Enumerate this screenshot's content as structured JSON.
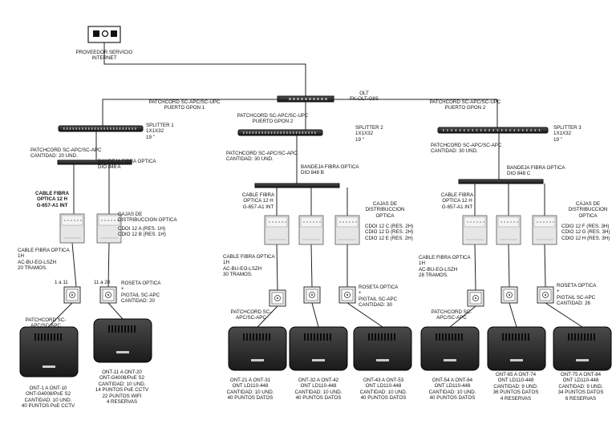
{
  "provider": {
    "label": "PROVEEDOR SERVICIO\nINTERNET"
  },
  "olt": {
    "label": "OLT\nFK-OLT-G8S"
  },
  "patchcords_top": [
    "PATCHCORD SC-APC/SC-UPC\nPUERTO GPON 1",
    "PATCHCORD SC-APC/SC-UPC\nPUERTO GPON 2",
    "PATCHCORD SC-APC/SC-UPC\nPUERTO GPON 2"
  ],
  "branches": [
    {
      "splitter": "SPLITTER 1\n1X1X32\n19 \"",
      "patchcord": "PATCHCORD SC-APC/SC-APC\nCANTIDAD: 20 UND.",
      "tray": "BANDEJA FIBRA OPTICA\nDIO 848 A",
      "cable": "CABLE FIBRA\nOPTICA 12 H\nG-657-A1 INT",
      "boxes_label": "CAJAS DE\nDISTRIBUCCION OPTICA",
      "boxes": "CDOI 12 A (RES. 1H)\nCDIO 12 B (RES. 1H)",
      "cable1h": "CABLE FIBRA OPTICA\n1H\nAC-BU-EO-LSZH\n20 TRAMOS.",
      "range_a": "1 a 11",
      "range_b": "11 a 20",
      "rosette": "ROSETA OPTICA\n+\nPIGTAIL SC-APC\nCANTIDAD: 20",
      "ont_patch": "PATCHCORD SC-\nAPC/SC-APC",
      "onts": [
        "ONT-1 A ONT-10\nONT-G4008/PoE S2\nCANTIDAD: 10 UND.\n40 PUNTOS PoE CCTV",
        "ONT-11 A ONT-20\nONT-G4008/PoE S2\nCANTIDAD: 10 UND.\n14 PUNTOS PoE CCTV\n22 PUNTOS WIFI\n4 RESERVAS"
      ]
    },
    {
      "splitter": "SPLITTER 2\n1X1X32\n19 \"",
      "patchcord": "PATCHCORD SC-APC/SC-APC\nCANTIDAD: 30 UND.",
      "tray": "BANDEJA FIBRA OPTICA\nDIO 848 B",
      "cable": "CABLE FIBRA\nOPTICA 12 H\nG-657-A1 INT",
      "boxes_label": "CAJAS DE\nDISTRIBUCCION\nOPTICA",
      "boxes": "CDOI 12 C (RES. 2H)\nCDIO 12 D (RES. 2H)\nCDIO 12 E (RES. 2H)",
      "cable1h": "CABLE FIBRA OPTICA\n1H\nAC-BU-EO-LSZH\n30 TRAMOS.",
      "rosette": "ROSETA OPTICA\n+\nPIGTAIL SC-APC\nCANTIDAD: 30",
      "ont_patch": "PATCHCORD SC-\nAPC/SC-APC",
      "onts": [
        "ONT-21 A ONT-31\nONT LD110-448\nCANTIDAD: 10 UND.\n40 PUNTOS DATOS",
        "ONT-32 A ONT-42\nONT LD110-448\nCANTIDAD: 10 UND.\n40 PUNTOS DATOS",
        "ONT-43 A ONT-53\nONT LD110-448\nCANTIDAD: 10 UND.\n40 PUNTOS DATOS"
      ]
    },
    {
      "splitter": "SPLITTER 3\n1X1X32\n19 \"",
      "patchcord": "PATCHCORD SC-APC/SC-APC\nCANTIDAD: 30 UND.",
      "tray": "BANDEJA FIBRA OPTICA\nDIO 848 C",
      "cable": "CABLE FIBRA\nOPTICA 12 H\nG-657-A1 INT",
      "boxes_label": "CAJAS DE\nDISTRIBUCCION\nOPTICA",
      "boxes": "CDIO 12 F (RES. 3H)\nCDIO 12 G (RES. 3H)\nCDIO 12 H (RES. 3H)",
      "cable1h": "CABLE FIBRA OPTICA\n1H\nAC-BU-EO-LSZH\n28 TRAMOS.",
      "rosette": "ROSETA OPTICA\n+\nPIGTAIL SC-APC\nCANTIDAD: 26",
      "ont_patch": "PATCHCORD SC-\nAPC/SC-APC",
      "onts": [
        "ONT-54 A ONT-64\nONT LD110-448\nCANTIDAD: 10 UND.\n40 PUNTOS DATOS",
        "ONT-65 A ONT-74\nONT LD110-448\nCANTIDAD: 9 UND.\n36 PUNTOS DATOS\n4 RESERVAS",
        "ONT-75 A ONT-84\nONT LD110-448\nCANTIDAD: 9 UND.\n34 PUNTOS DATOS\n6 RESERVAS"
      ]
    }
  ]
}
